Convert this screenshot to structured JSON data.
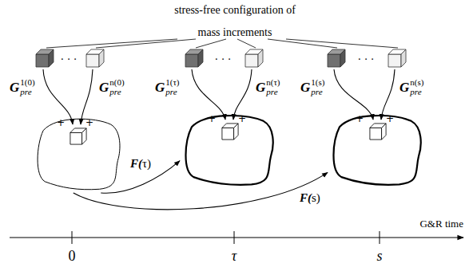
{
  "diagram": {
    "title": "stress-free configuration of mass increments",
    "nodes": [
      {
        "text": [
          "+",
          "+"
        ]
      },
      {
        "text": [
          "+",
          "+"
        ]
      },
      {
        "text": [
          "+",
          "+"
        ]
      }
    ],
    "edges": [
      {
        "from": 0,
        "to": 1,
        "arrow": "to",
        "label": "F(τ)"
      },
      {
        "from": 0,
        "to": 2,
        "arrow": "to",
        "label": "F(s)"
      }
    ],
    "labels": [
      "G",
      "1(0)",
      "pre",
      "G",
      "n(0)",
      "pre",
      "G",
      "1(τ)",
      "pre",
      "G",
      "n(τ)",
      "pre",
      "G",
      "1(s)",
      "pre",
      "G",
      "n(s)",
      "pre",
      "· · ·",
      "· · ·",
      "· · ·",
      "0",
      "τ",
      "s",
      "G&R time"
    ]
  }
}
